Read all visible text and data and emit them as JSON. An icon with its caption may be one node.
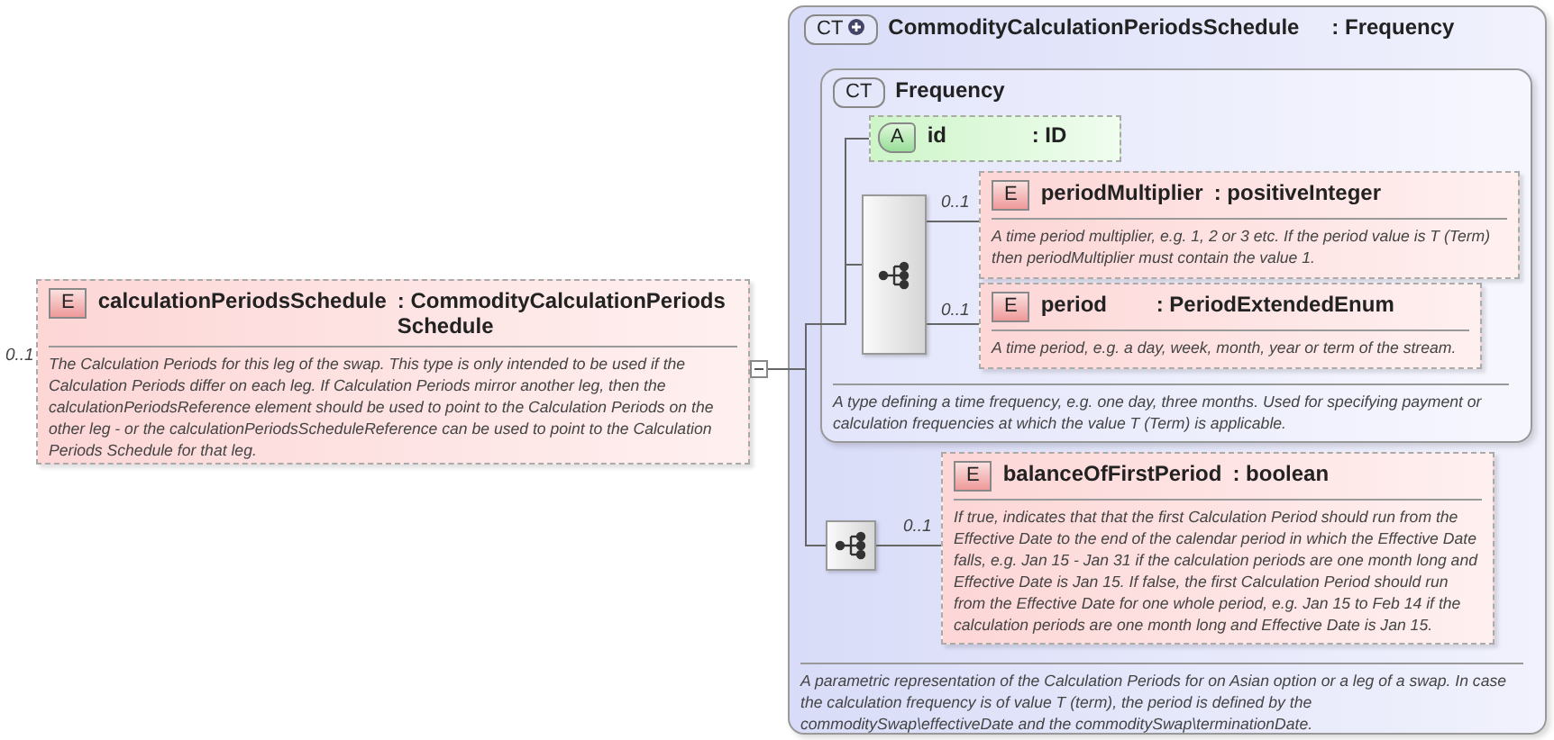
{
  "diagram": {
    "nodes": [
      {
        "text": [
          "E",
          "calculationPeriodsSchedule",
          ": CommodityCalculationPeriodsSchedule",
          "The Calculation Periods for this leg of the swap. This type is only intended to be used if the Calculation Periods differ on each leg. If Calculation Periods mirror another leg, then the calculationPeriodsReference element should be used to point to the Calculation Periods on the other leg - or the calculationPeriodsScheduleReference can be used to point to the Calculation Periods Schedule for that leg."
        ],
        "beside": [
          "0..1"
        ]
      },
      {
        "text": [
          "CT",
          "CommodityCalculationPeriodsSchedule",
          ": Frequency",
          "A parametric representation of the Calculation Periods for on Asian option or a leg of a swap. In case the calculation frequency is of value T (term), the period is defined by the commoditySwap\\effectiveDate and the commoditySwap\\terminationDate."
        ]
      },
      {
        "text": [
          "CT",
          "Frequency",
          "A type defining a time frequency, e.g. one day, three months. Used for specifying payment or calculation frequencies at which the value T (Term) is applicable."
        ],
        "in": 1
      },
      {
        "text": [
          "A",
          "id",
          ": ID"
        ],
        "in": 2
      },
      {
        "text": [],
        "shape": "box",
        "in": 2
      },
      {
        "text": [
          "E",
          "periodMultiplier",
          ": positiveInteger",
          "A time period multiplier, e.g. 1, 2 or 3 etc. If the period value is T (Term) then periodMultiplier must contain the value 1."
        ],
        "in": 2,
        "beside": [
          "0..1"
        ]
      },
      {
        "text": [
          "E",
          "period",
          ": PeriodExtendedEnum",
          "A time period, e.g. a day, week, month, year or term of the stream."
        ],
        "in": 2,
        "beside": [
          "0..1"
        ]
      },
      {
        "text": [],
        "shape": "box",
        "in": 1
      },
      {
        "text": [
          "E",
          "balanceOfFirstPeriod",
          ": boolean",
          "If true, indicates that that the first Calculation Period should run from the Effective Date to the end of the calendar period in which the Effective Date falls, e.g. Jan 15 - Jan 31 if the calculation periods are one month long and Effective Date is Jan 15. If false, the first Calculation Period should run from the Effective Date for one whole period, e.g. Jan 15 to Feb 14 if the calculation periods are one month long and Effective Date is Jan 15."
        ],
        "in": 1,
        "beside": [
          "0..1"
        ]
      }
    ],
    "edges": [
      {
        "from": 0,
        "to": 3,
        "arrow": "none"
      },
      {
        "from": 0,
        "to": 4,
        "arrow": "none"
      },
      {
        "from": 0,
        "to": 7,
        "arrow": "none"
      },
      {
        "from": 4,
        "to": 5,
        "arrow": "none"
      },
      {
        "from": 4,
        "to": 6,
        "arrow": "none"
      },
      {
        "from": 7,
        "to": 8,
        "arrow": "none"
      }
    ]
  }
}
